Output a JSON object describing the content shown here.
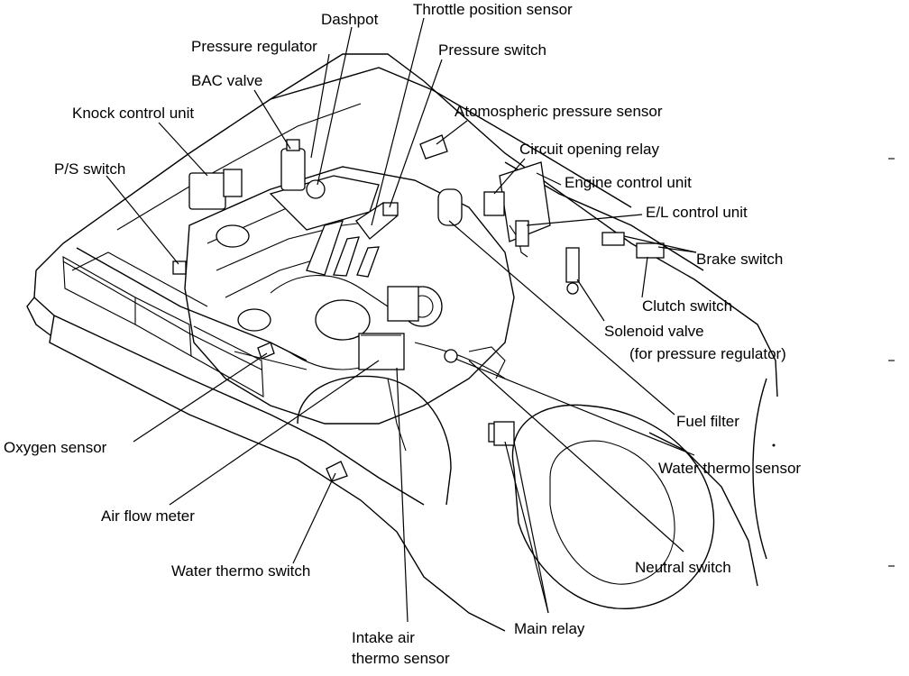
{
  "labels": {
    "dashpot": "Dashpot",
    "throttle_position_sensor": "Throttle position sensor",
    "pressure_regulator": "Pressure regulator",
    "pressure_switch": "Pressure switch",
    "bac_valve": "BAC valve",
    "atmospheric_pressure_sensor": "Atomospheric pressure sensor",
    "knock_control_unit": "Knock control unit",
    "circuit_opening_relay": "Circuit opening relay",
    "ps_switch": "P/S switch",
    "engine_control_unit": "Engine control unit",
    "el_control_unit": "E/L control unit",
    "brake_switch": "Brake switch",
    "clutch_switch": "Clutch switch",
    "solenoid_valve": "Solenoid valve",
    "solenoid_valve_note": "(for pressure regulator)",
    "oxygen_sensor": "Oxygen sensor",
    "fuel_filter": "Fuel filter",
    "water_thermo_sensor": "Water thermo sensor",
    "air_flow_meter": "Air flow meter",
    "water_thermo_switch": "Water thermo switch",
    "neutral_switch": "Neutral switch",
    "intake_air_line1": "Intake air",
    "intake_air_line2": "thermo sensor",
    "main_relay": "Main relay"
  },
  "colors": {
    "ink": "#000000",
    "paper": "#ffffff"
  }
}
